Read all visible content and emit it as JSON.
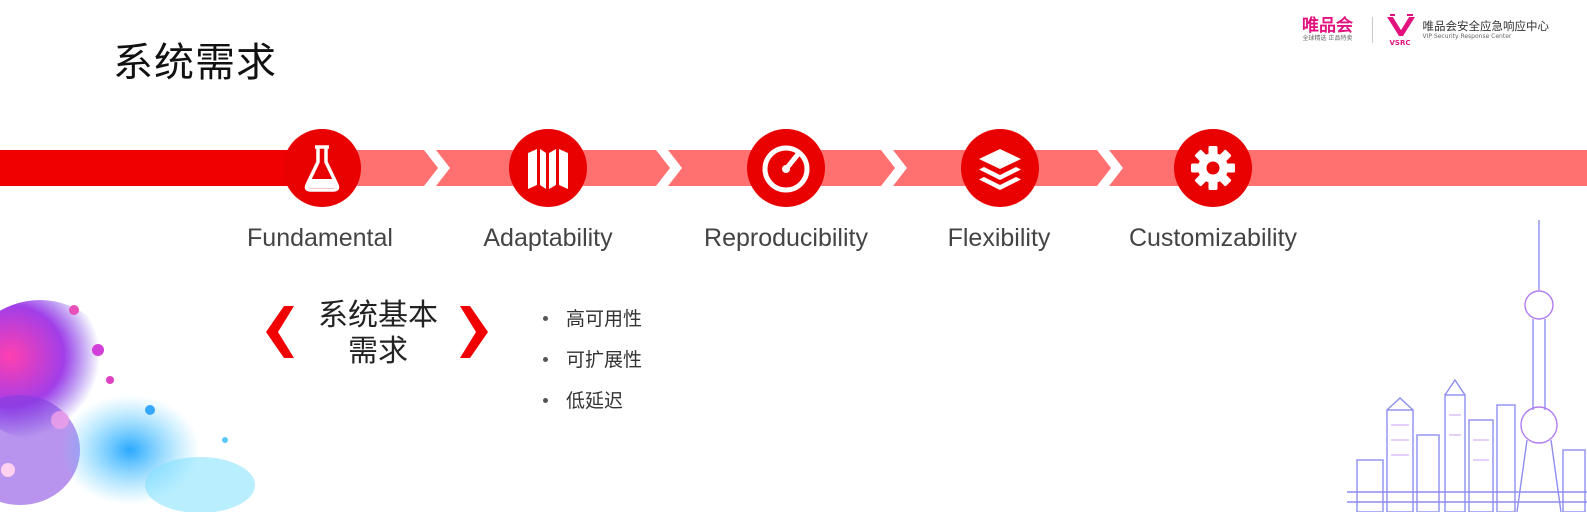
{
  "header": {
    "title": "系统需求",
    "brand": {
      "name": "唯品会",
      "slogan": "全球精选  正品特卖",
      "vsrc_abbr": "VSRC",
      "vsrc_name": "唯品会安全应急响应中心",
      "vsrc_en": "VIP Security Response Center"
    }
  },
  "timeline": {
    "steps": [
      {
        "label": "Fundamental",
        "icon": "flask-icon"
      },
      {
        "label": "Adaptability",
        "icon": "map-icon"
      },
      {
        "label": "Reproducibility",
        "icon": "gauge-icon"
      },
      {
        "label": "Flexibility",
        "icon": "layers-icon"
      },
      {
        "label": "Customizability",
        "icon": "gear-icon"
      }
    ],
    "colors": {
      "primary": "#f00000",
      "light": "#ff7070",
      "icon_fill": "#e90000"
    }
  },
  "requirements": {
    "title": "系统基本需求",
    "title_line1": "系统基本",
    "title_line2": "需求",
    "items": [
      "高可用性",
      "可扩展性",
      "低延迟"
    ]
  }
}
